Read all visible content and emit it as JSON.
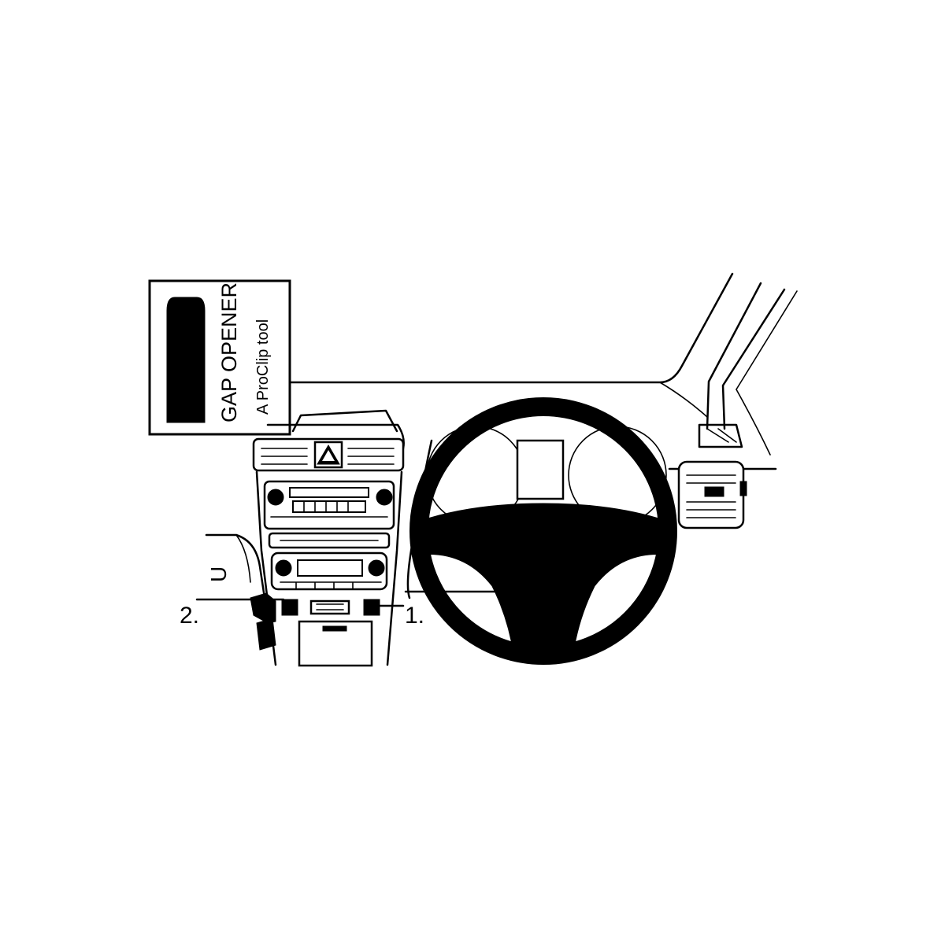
{
  "legend": {
    "title": "GAP OPENER",
    "subtitle": "A ProClip tool"
  },
  "labels": {
    "step1": "1.",
    "step2": "2.",
    "direction": "U"
  },
  "colors": {
    "ink": "#000000",
    "paper": "#ffffff"
  }
}
